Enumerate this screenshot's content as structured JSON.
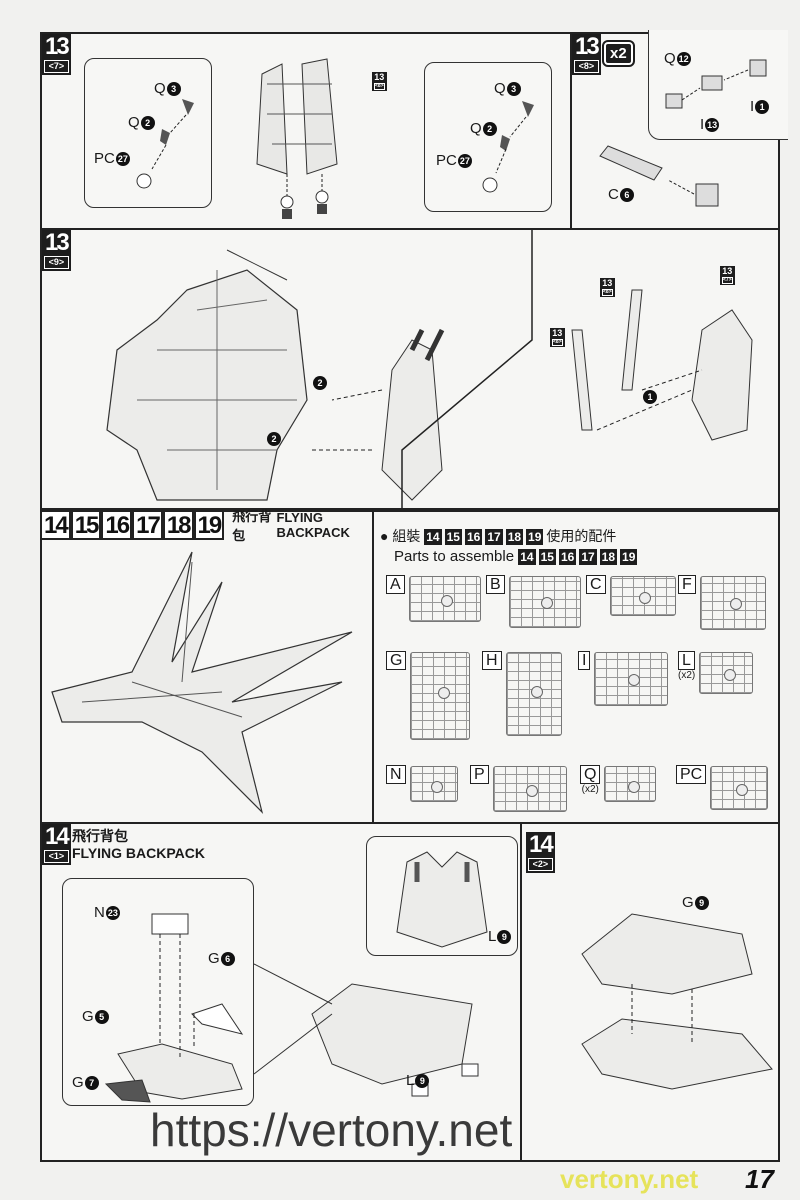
{
  "page_number": "17",
  "watermark": {
    "url": "https://vertony.net",
    "site": "vertony.net"
  },
  "panel_13_7": {
    "step": "13",
    "sub": "<7>",
    "ref": {
      "step": "13",
      "sub": "<8>"
    },
    "left_box": {
      "labels": [
        {
          "part": "Q",
          "num": "3"
        },
        {
          "part": "Q",
          "num": "2"
        },
        {
          "part": "PC",
          "num": "27"
        }
      ]
    },
    "right_box": {
      "labels": [
        {
          "part": "Q",
          "num": "3"
        },
        {
          "part": "Q",
          "num": "2"
        },
        {
          "part": "PC",
          "num": "27"
        }
      ]
    }
  },
  "panel_13_8": {
    "step": "13",
    "sub": "<8>",
    "multiplier": "x2",
    "labels": [
      {
        "part": "Q",
        "num": "12"
      },
      {
        "part": "I",
        "num": "1"
      },
      {
        "part": "I",
        "num": "13"
      },
      {
        "part": "C",
        "num": "6"
      }
    ]
  },
  "panel_13_9": {
    "step": "13",
    "sub": "<9>",
    "markers": [
      "2",
      "2",
      "1"
    ],
    "refs": [
      {
        "step": "13",
        "sub": "<8>"
      },
      {
        "step": "13",
        "sub": "<8>"
      },
      {
        "step": "13",
        "sub": "<7>"
      }
    ]
  },
  "section_header": {
    "steps": [
      "14",
      "15",
      "16",
      "17",
      "18",
      "19"
    ],
    "title_cn": "飛行背包",
    "title_en": "FLYING BACKPACK"
  },
  "parts_list": {
    "intro_cn_prefix": "組裝",
    "intro_cn_suffix": "使用的配件",
    "intro_en": "Parts to assemble",
    "steps": [
      "14",
      "15",
      "16",
      "17",
      "18",
      "19"
    ],
    "runners": [
      {
        "letter": "A",
        "count": ""
      },
      {
        "letter": "B",
        "count": ""
      },
      {
        "letter": "C",
        "count": ""
      },
      {
        "letter": "F",
        "count": ""
      },
      {
        "letter": "G",
        "count": ""
      },
      {
        "letter": "H",
        "count": ""
      },
      {
        "letter": "I",
        "count": ""
      },
      {
        "letter": "L",
        "count": "(x2)"
      },
      {
        "letter": "N",
        "count": ""
      },
      {
        "letter": "P",
        "count": ""
      },
      {
        "letter": "Q",
        "count": "(x2)"
      },
      {
        "letter": "PC",
        "count": ""
      }
    ]
  },
  "panel_14_1": {
    "step": "14",
    "sub": "<1>",
    "title_cn": "飛行背包",
    "title_en": "FLYING BACKPACK",
    "labels": [
      {
        "part": "N",
        "num": "23"
      },
      {
        "part": "G",
        "num": "6"
      },
      {
        "part": "G",
        "num": "5"
      },
      {
        "part": "G",
        "num": "7"
      },
      {
        "part": "L",
        "num": "9"
      },
      {
        "part": "L",
        "num": "9"
      }
    ]
  },
  "panel_14_2": {
    "step": "14",
    "sub": "<2>",
    "labels": [
      {
        "part": "G",
        "num": "9"
      }
    ]
  }
}
